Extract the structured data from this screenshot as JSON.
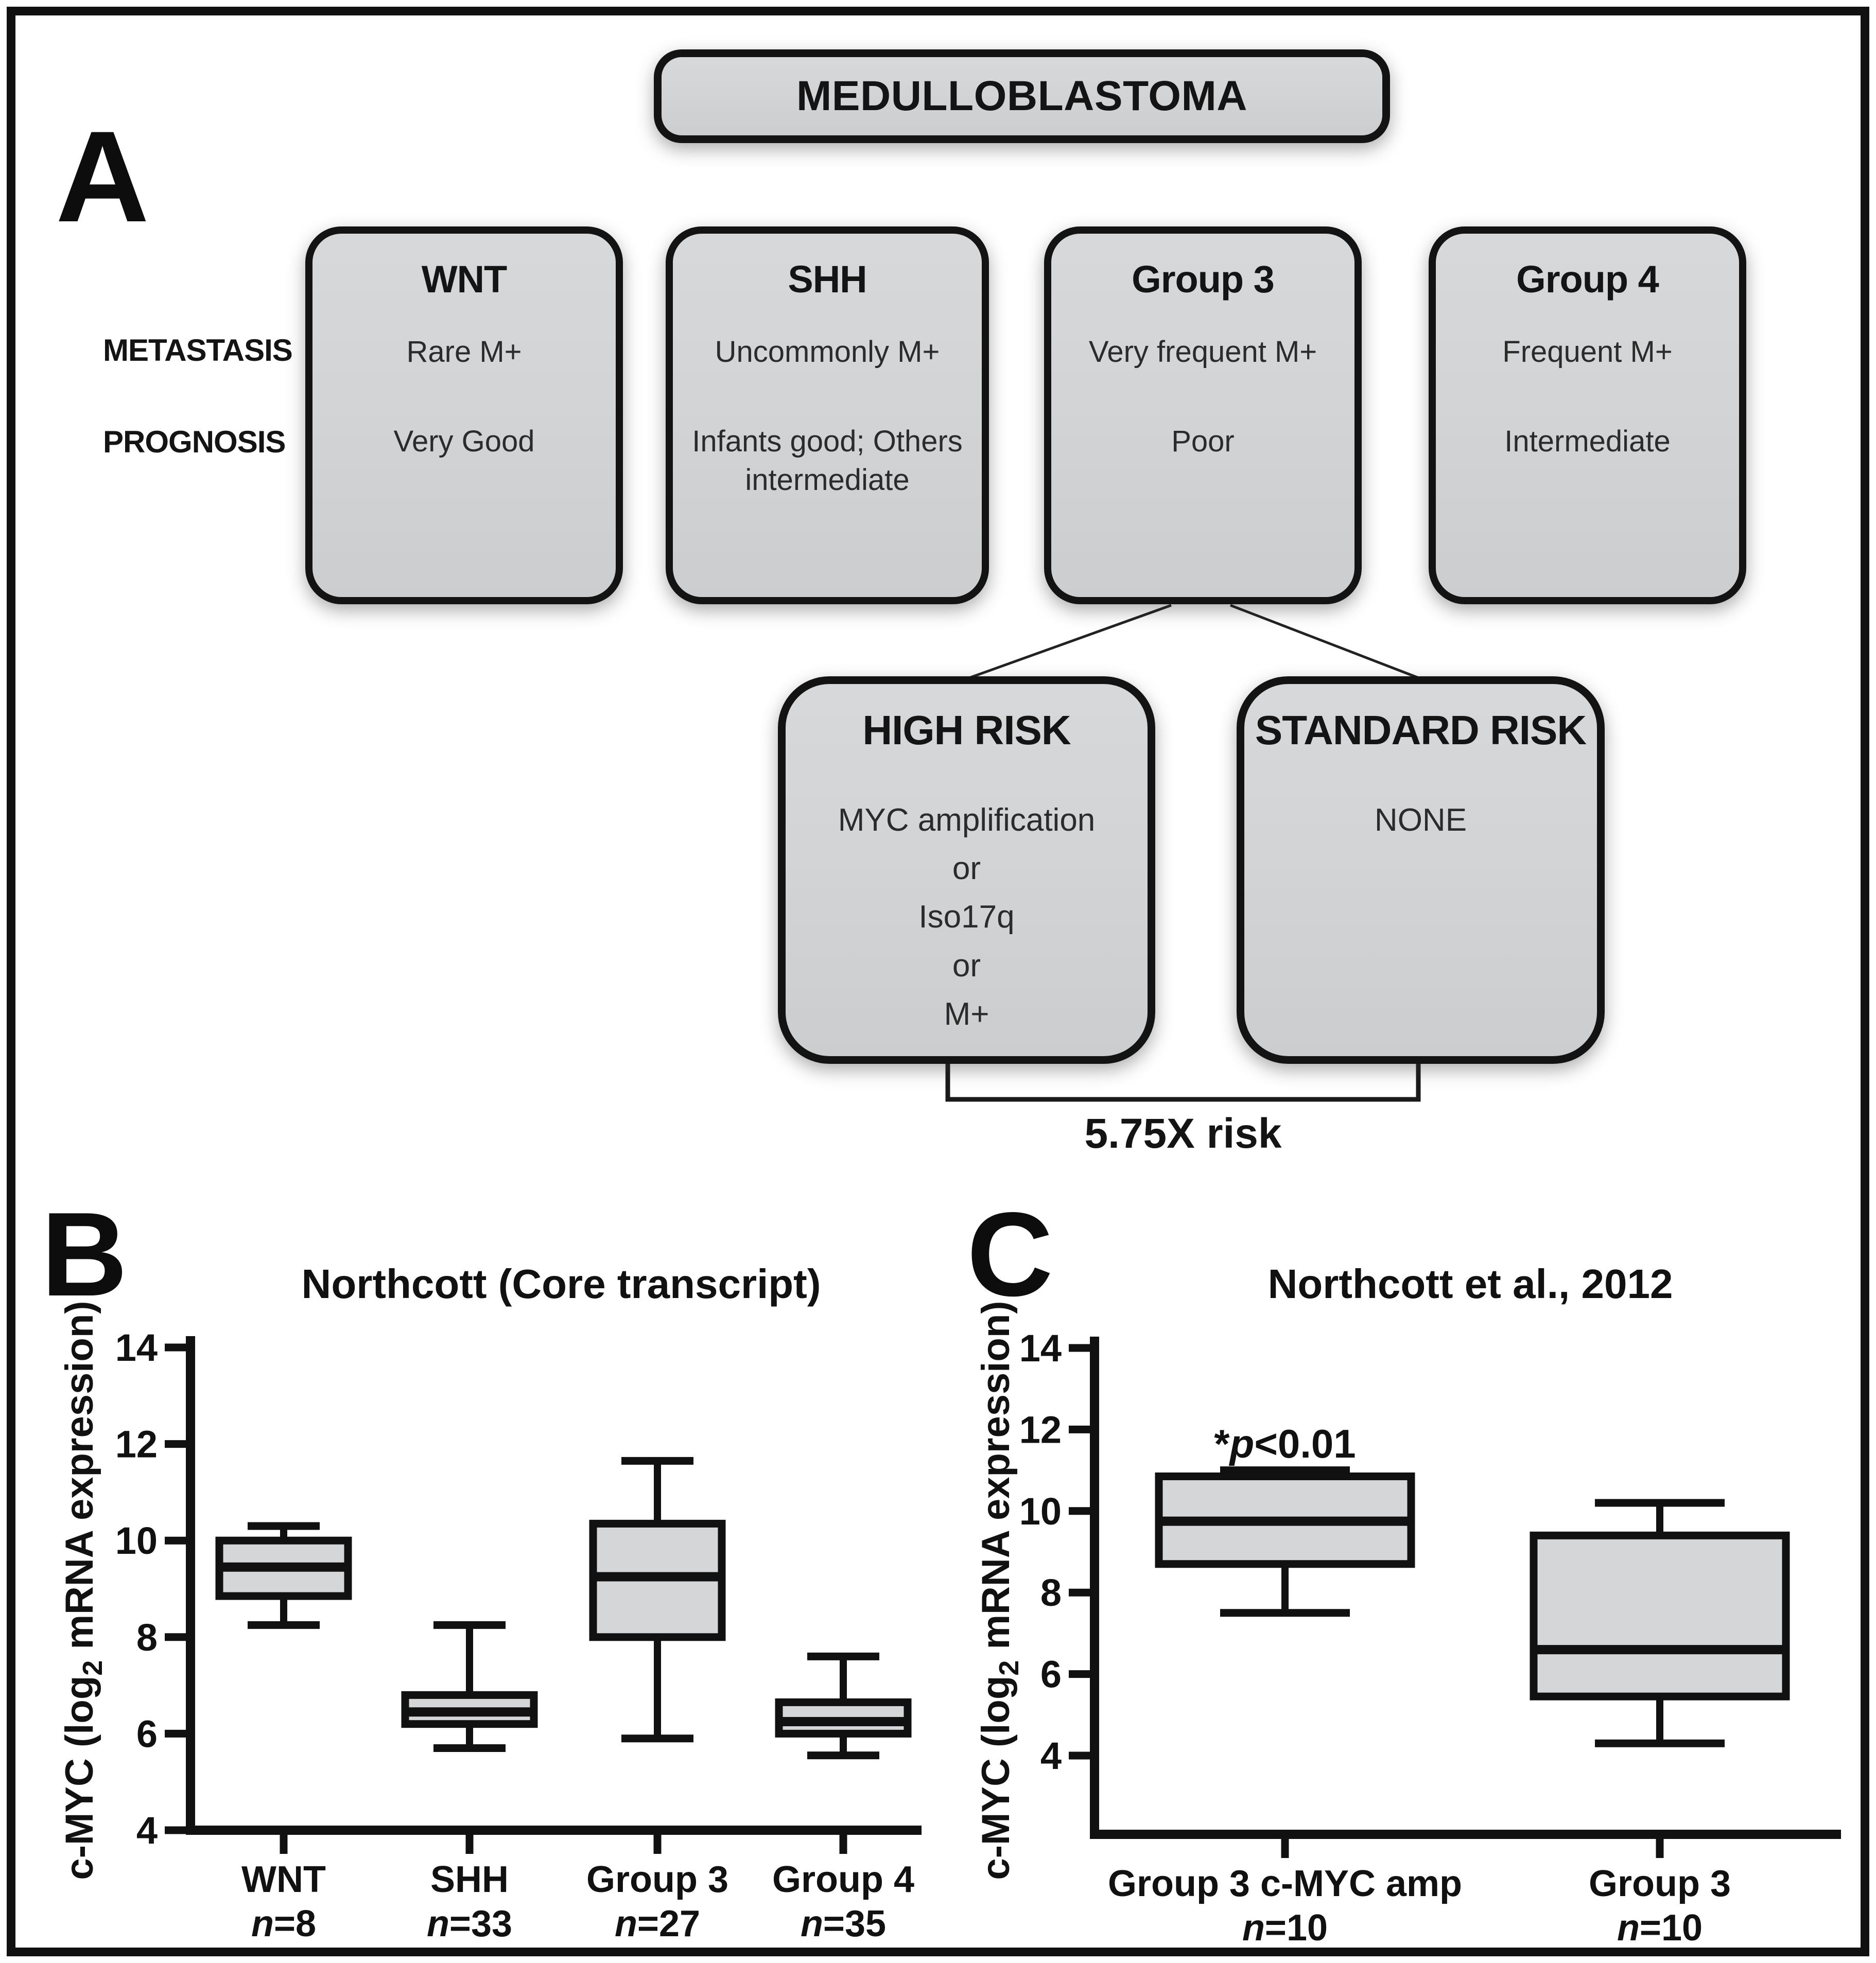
{
  "colors": {
    "box_fill": "#d4d6d8",
    "stroke": "#111111",
    "n_label": "#7b7b7b"
  },
  "panel_a": {
    "label": "A",
    "root": "MEDULLOBLASTOMA",
    "rows": {
      "metastasis": "METASTASIS",
      "prognosis": "PROGNOSIS"
    },
    "subtypes": [
      {
        "name": "WNT",
        "metastasis": "Rare M+",
        "prognosis": "Very Good"
      },
      {
        "name": "SHH",
        "metastasis": "Uncommonly M+",
        "prognosis": "Infants good; Others intermediate"
      },
      {
        "name": "Group 3",
        "metastasis": "Very frequent M+",
        "prognosis": "Poor"
      },
      {
        "name": "Group 4",
        "metastasis": "Frequent M+",
        "prognosis": "Intermediate"
      }
    ],
    "risk": [
      {
        "title": "HIGH RISK",
        "criteria": [
          "MYC amplification",
          "or",
          "Iso17q",
          "or",
          "M+"
        ]
      },
      {
        "title": "STANDARD RISK",
        "criteria": [
          "NONE"
        ]
      }
    ],
    "bracket_label": "5.75X risk"
  },
  "panel_b": {
    "label": "B"
  },
  "panel_c": {
    "label": "C"
  },
  "chart_data": [
    {
      "type": "box",
      "panel": "B",
      "title": "Northcott (Core transcript)",
      "ylabel": "c-MYC (log2 mRNA expression)",
      "ylim": [
        4,
        14
      ],
      "yticks": [
        14,
        12,
        10,
        8,
        6,
        4
      ],
      "grid": false,
      "categories": [
        "WNT",
        "SHH",
        "Group 3",
        "Group 4"
      ],
      "n_labels": [
        "n=8",
        "n=33",
        "n=27",
        "n=35"
      ],
      "boxes": [
        {
          "min": 8.25,
          "q1": 8.85,
          "median": 9.45,
          "q3": 10.0,
          "max": 10.3
        },
        {
          "min": 5.7,
          "q1": 6.2,
          "median": 6.45,
          "q3": 6.8,
          "max": 8.25
        },
        {
          "min": 5.9,
          "q1": 8.0,
          "median": 9.25,
          "q3": 10.35,
          "max": 11.65
        },
        {
          "min": 5.55,
          "q1": 6.0,
          "median": 6.25,
          "q3": 6.65,
          "max": 7.6
        }
      ]
    },
    {
      "type": "box",
      "panel": "C",
      "title": "Northcott et al., 2012",
      "ylabel": "c-MYC (log2 mRNA expression)",
      "ylim": [
        2,
        14
      ],
      "yticks": [
        14,
        12,
        10,
        8,
        6,
        4
      ],
      "grid": false,
      "annotation": "*p<0.01",
      "categories": [
        "Group 3 c-MYC amp",
        "Group 3"
      ],
      "n_labels": [
        "n=10",
        "n=10"
      ],
      "boxes": [
        {
          "min": 7.5,
          "q1": 8.7,
          "median": 9.75,
          "q3": 10.85,
          "max": 11.0
        },
        {
          "min": 4.3,
          "q1": 5.45,
          "median": 6.6,
          "q3": 9.4,
          "max": 10.2
        }
      ]
    }
  ]
}
